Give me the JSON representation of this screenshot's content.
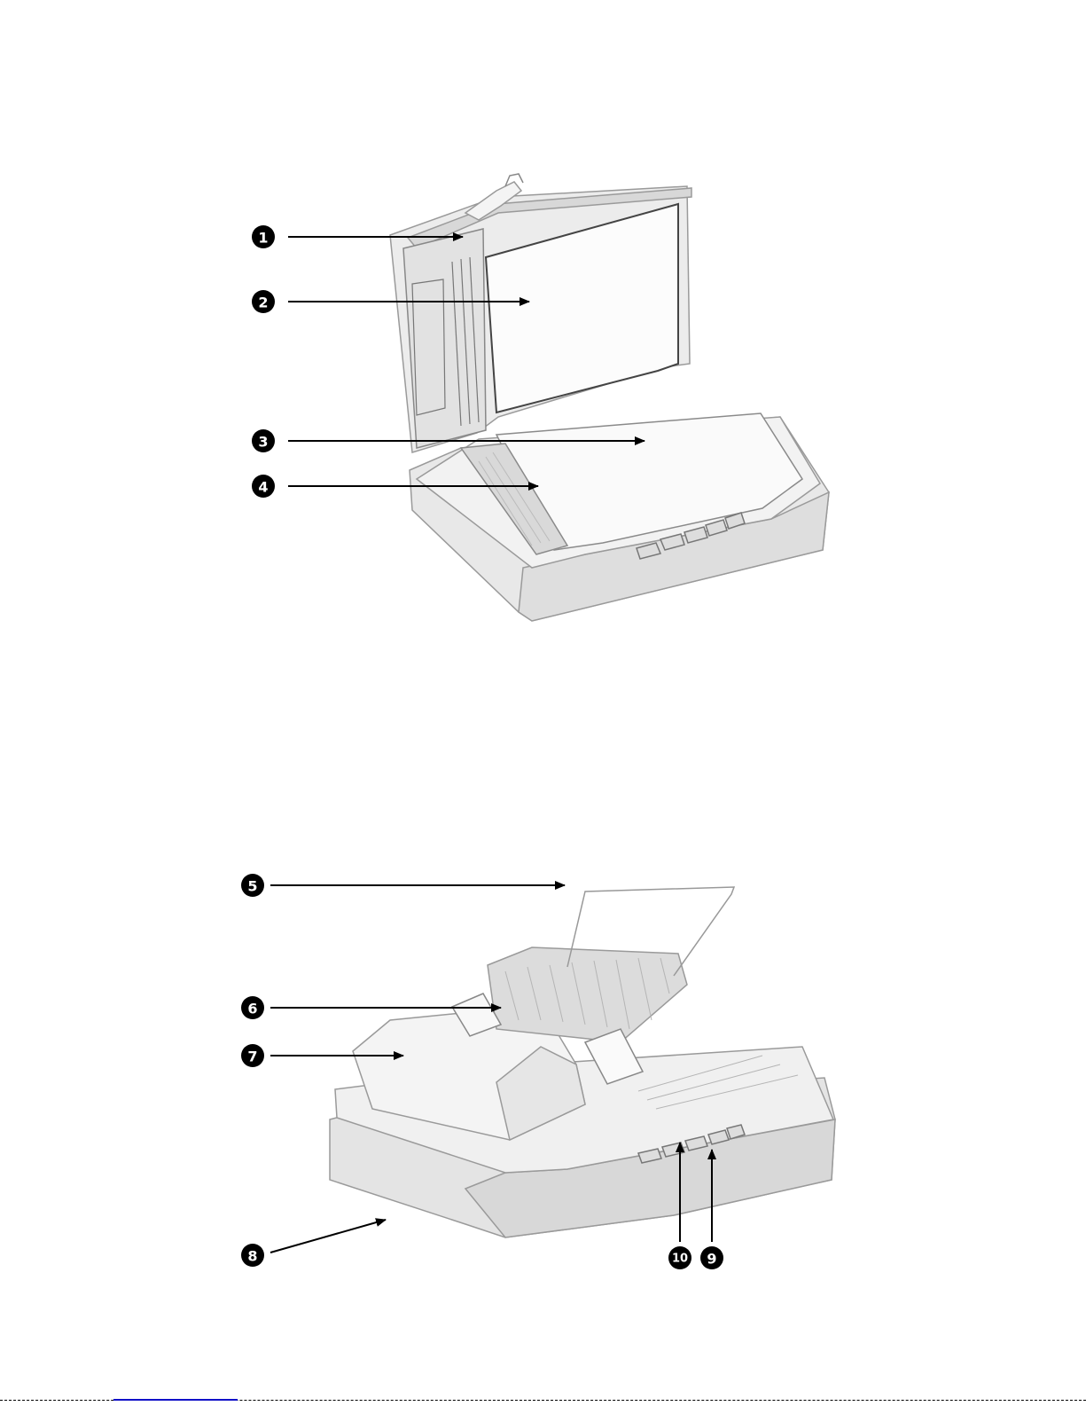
{
  "top_figure": {
    "callouts": [
      {
        "label": "1"
      },
      {
        "label": "2"
      },
      {
        "label": "3"
      },
      {
        "label": "4"
      }
    ]
  },
  "bottom_figure": {
    "callouts": [
      {
        "label": "5"
      },
      {
        "label": "6"
      },
      {
        "label": "7"
      },
      {
        "label": "8"
      },
      {
        "label": "10"
      },
      {
        "label": "9"
      }
    ]
  },
  "colors": {
    "body_fill": "#eeeeee",
    "body_stroke": "#9a9a9a",
    "glass_fill": "#fafafa",
    "callout_fill": "#000000",
    "link_underline": "#1010c8"
  }
}
